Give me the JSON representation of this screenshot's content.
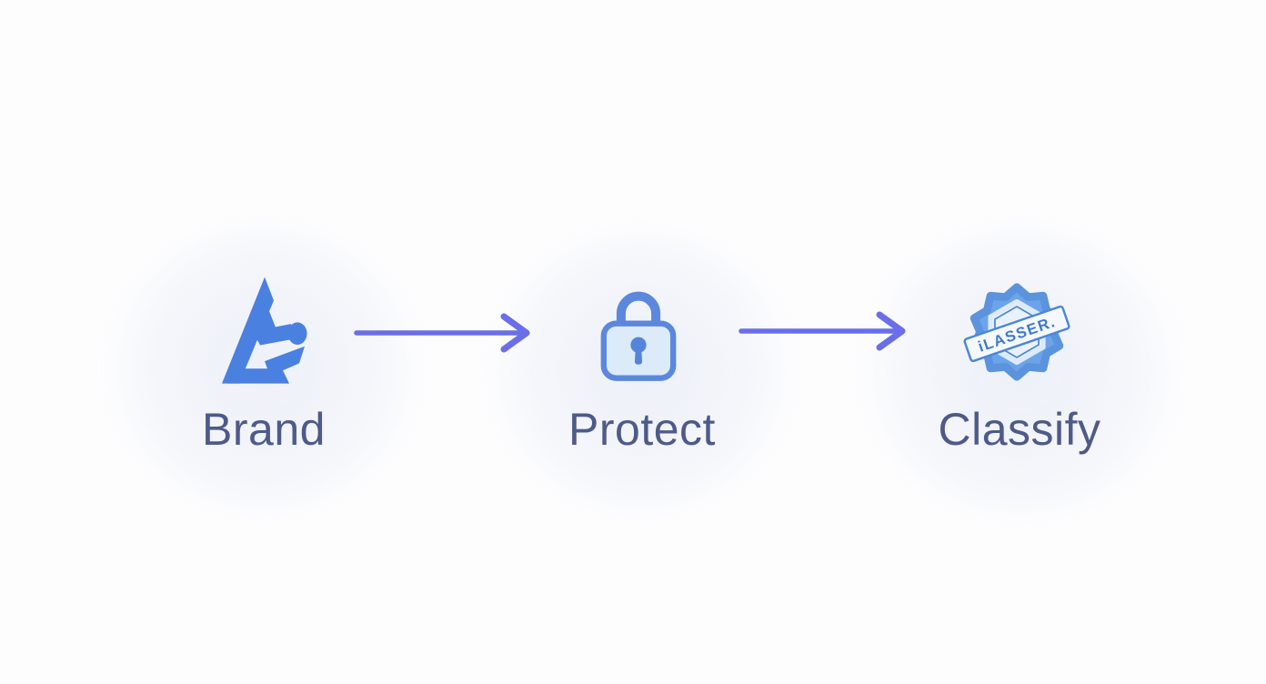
{
  "page": {
    "background": "#fdfdfe"
  },
  "colors": {
    "brand_logo_blue": "#4a80e0",
    "lock_stroke_blue": "#5b87dd",
    "lock_fill_light": "#dcebfa",
    "badge_seal_blue": "#6ba4ea",
    "badge_outline_blue": "#4c86d8",
    "arrow_indigo": "#6a6ee8",
    "label_text": "#4e5b88"
  },
  "flow": {
    "steps": [
      {
        "id": "brand",
        "label": "Brand",
        "icon": "brand-triangle-logo-icon"
      },
      {
        "id": "protect",
        "label": "Protect",
        "icon": "padlock-icon"
      },
      {
        "id": "classify",
        "label": "Classify",
        "icon": "stamp-badge-icon",
        "stamp_text": "iLASSER."
      }
    ],
    "connectors": [
      {
        "type": "arrow-right"
      },
      {
        "type": "arrow-right"
      }
    ]
  }
}
